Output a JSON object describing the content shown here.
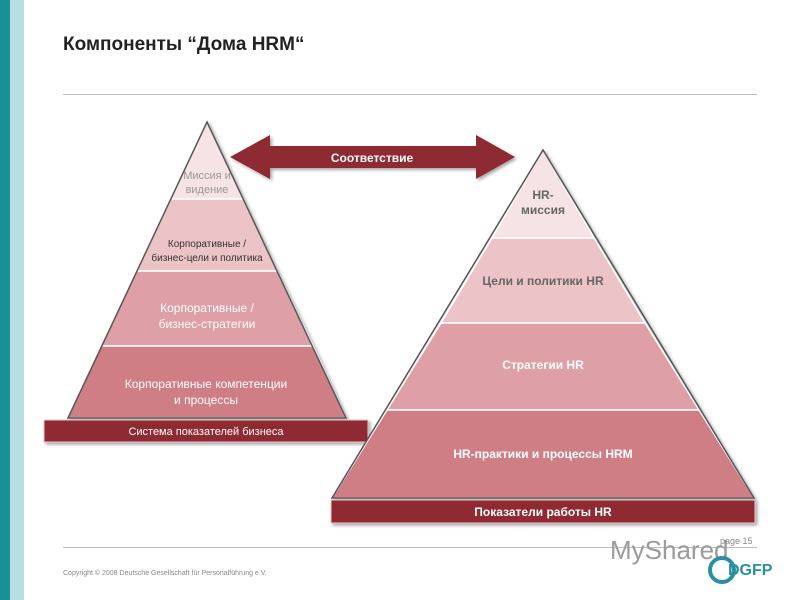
{
  "title": "Компоненты “Дома HRM“",
  "colors": {
    "accent_teal": "#1a8f96",
    "accent_light": "#b7dfe2",
    "level1": "#f6e3e5",
    "level2": "#ecc3c7",
    "level3": "#dea0a6",
    "level4": "#cf7e86",
    "base": "#8f2a32",
    "arrow": "#8e2a30"
  },
  "arrow": {
    "label": "Соответствие"
  },
  "left_pyramid": {
    "levels": [
      [
        "Миссия и",
        "видение"
      ],
      [
        "Корпоративные /",
        "бизнес-цели  и политика"
      ],
      [
        "Корпоративные /",
        "бизнес-стратегии"
      ],
      [
        "Корпоративные компетенции",
        "и процессы"
      ]
    ],
    "base_label": "Система показателей бизнеса"
  },
  "right_pyramid": {
    "levels": [
      [
        "HR-",
        "миссия"
      ],
      [
        "Цели и политики HR"
      ],
      [
        "Стратегии  HR"
      ],
      [
        "HR-практики и  процессы HRM"
      ]
    ],
    "base_label": "Показатели работы  HR"
  },
  "footer": {
    "page": "page 15",
    "copyright": "Copyright © 2008 Deutsche Gesellschaft für Personalführung e.V.",
    "watermark": "MyShared",
    "logo": "DGFP"
  }
}
